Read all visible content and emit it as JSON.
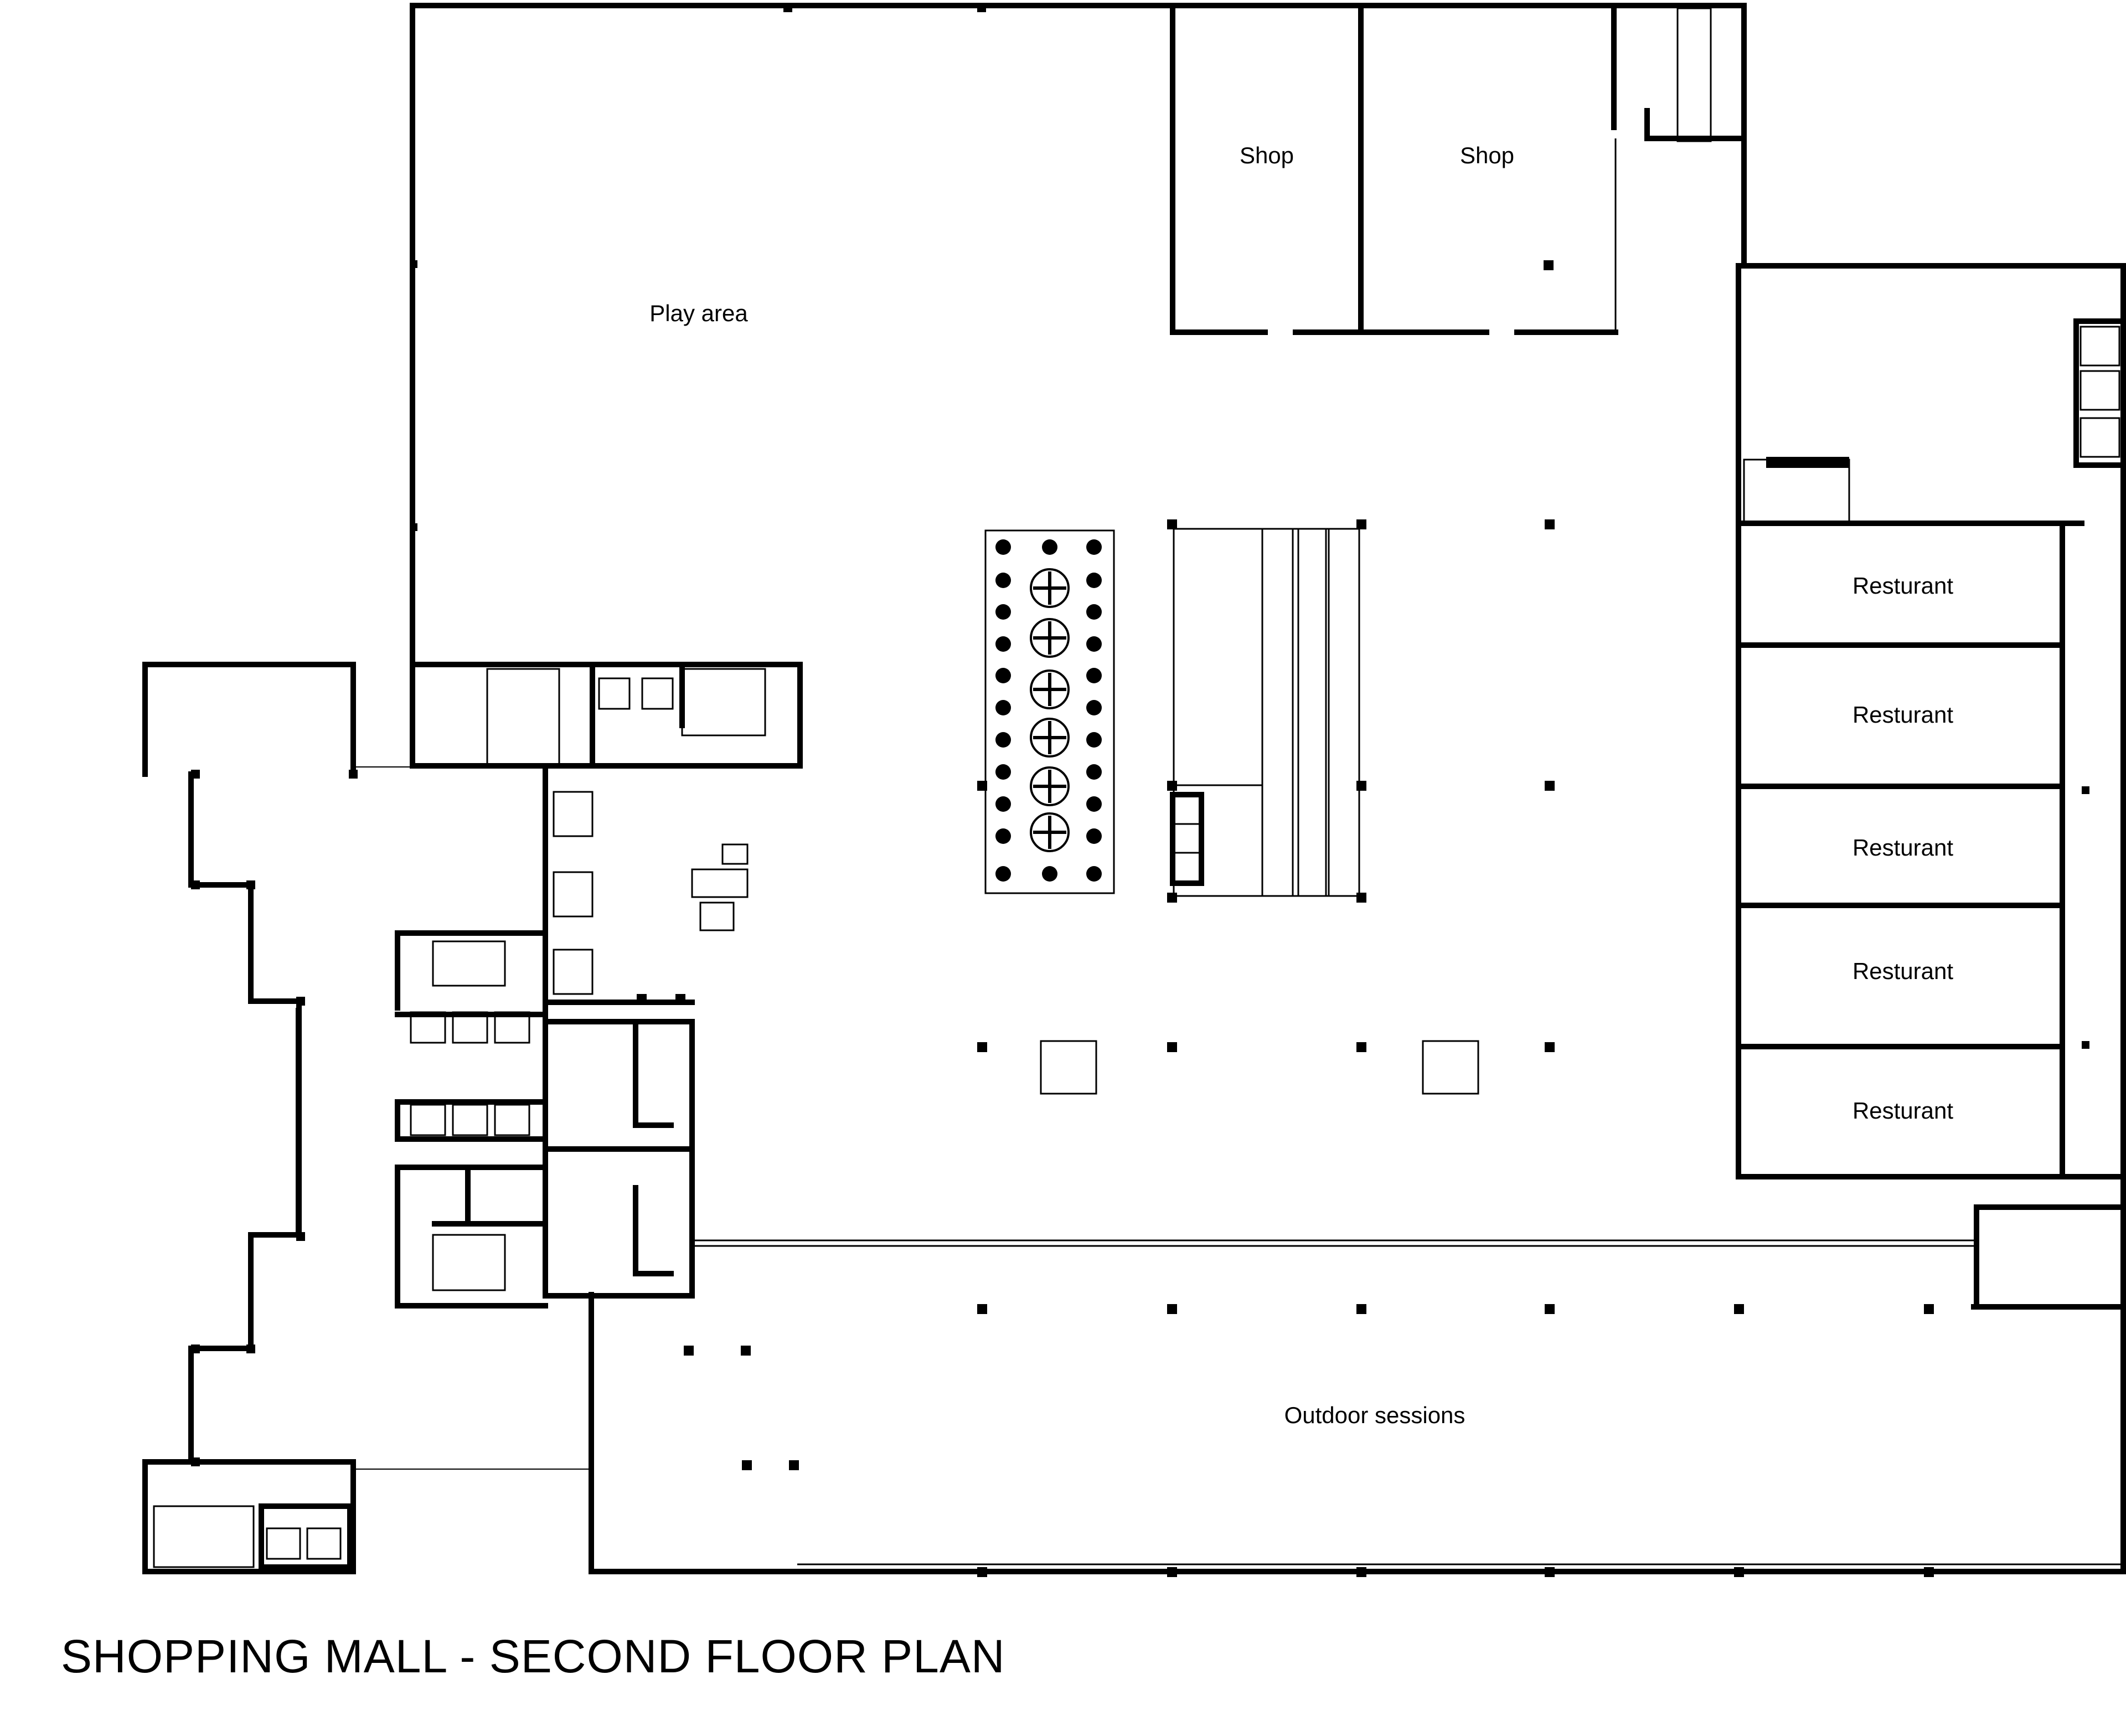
{
  "title": "SHOPPING MALL - SECOND FLOOR PLAN",
  "rooms": {
    "play_area": "Play area",
    "shop_1": "Shop",
    "shop_2": "Shop",
    "restaurant_1": "Resturant",
    "restaurant_2": "Resturant",
    "restaurant_3": "Resturant",
    "restaurant_4": "Resturant",
    "restaurant_5": "Resturant",
    "outdoor": "Outdoor sessions"
  },
  "colors": {
    "line": "#000000",
    "background": "#ffffff"
  }
}
